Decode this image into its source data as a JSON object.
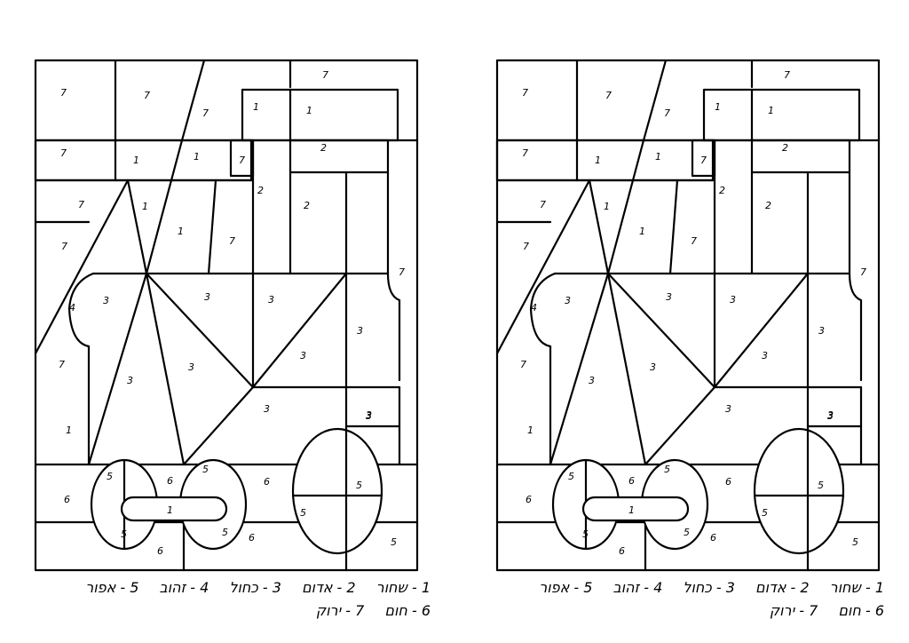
{
  "legend": [
    {
      "num": "1",
      "color": "שחור"
    },
    {
      "num": "2",
      "color": "אדום"
    },
    {
      "num": "3",
      "color": "כחול"
    },
    {
      "num": "4",
      "color": "זהוב"
    },
    {
      "num": "5",
      "color": "אפור"
    },
    {
      "num": "6",
      "color": "חום"
    },
    {
      "num": "7",
      "color": "ירוק"
    }
  ],
  "legend_sep": "-",
  "region_numbers": [
    "7",
    "7",
    "7",
    "1",
    "1",
    "7",
    "1",
    "1",
    "7",
    "2",
    "7",
    "1",
    "2",
    "2",
    "7",
    "1",
    "7",
    "7",
    "4",
    "3",
    "3",
    "3",
    "3",
    "7",
    "3",
    "3",
    "3",
    "3",
    "3",
    "1",
    "3",
    "7",
    "5",
    "6",
    "5",
    "6",
    "5",
    "5",
    "6",
    "1",
    "5",
    "5",
    "6",
    "6",
    "5"
  ]
}
